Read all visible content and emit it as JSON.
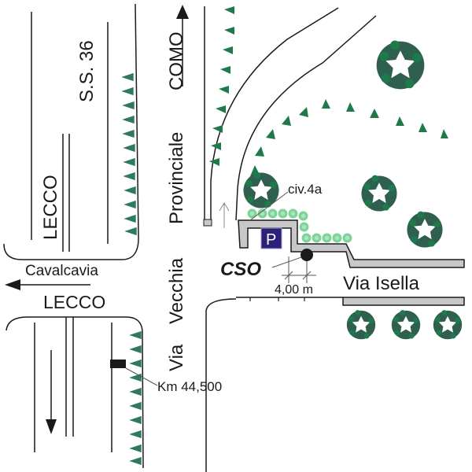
{
  "title": "Mappa ubicazione CSO",
  "labels": {
    "ss36": "S.S. 36",
    "lecco_vertical": "LECCO",
    "como": "COMO",
    "provinciale": "Provinciale",
    "via_vecchia": "Vecchia",
    "via": "Via",
    "cavalcavia": "Cavalcavia",
    "lecco_horizontal": "LECCO",
    "civico": "civ.4a",
    "cso": "CSO",
    "distance": "4,00 m",
    "via_isella": "Via Isella",
    "km": "Km 44,500",
    "parking": "P"
  },
  "colors": {
    "tree_dark": "#2f5f4f",
    "tree_green": "#1e7a4a",
    "hedge": "#7fd39a",
    "curb": "#c8c8c8",
    "parking_bg": "#2b2278",
    "line": "#1a1a1a"
  }
}
